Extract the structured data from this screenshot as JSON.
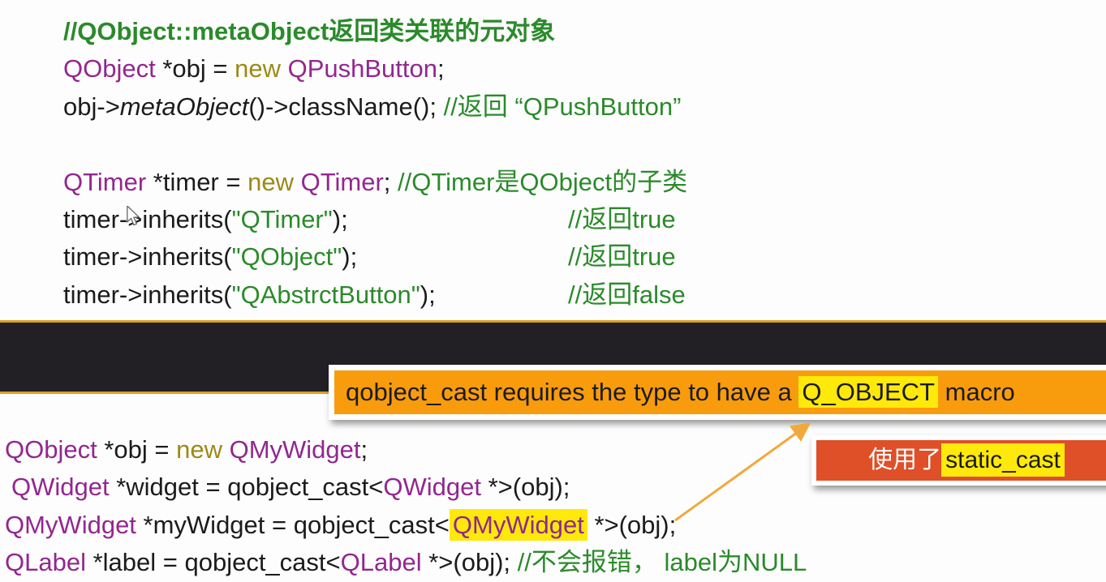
{
  "palette": {
    "plain": "#1b1b1b",
    "type": "#92278F",
    "keyword": "#9C8A16",
    "comment": "#2B8A2B",
    "string": "#2B8A2B",
    "highlight": "#FFE90A",
    "band_bg": "#222025",
    "band_border": "#DBA125",
    "callout1_bg": "#F89C0E",
    "callout2_bg": "#DF4F28",
    "arrow": "#F2A93C"
  },
  "top_code": {
    "lines": [
      {
        "segments": [
          {
            "text": "//QObject::metaObject返回类关联的元对象",
            "style": "comment",
            "bold": true
          }
        ]
      },
      {
        "segments": [
          {
            "text": "QObject",
            "style": "type"
          },
          {
            "text": " *obj = ",
            "style": "plain"
          },
          {
            "text": "new",
            "style": "keyword"
          },
          {
            "text": " ",
            "style": "plain"
          },
          {
            "text": "QPushButton",
            "style": "type"
          },
          {
            "text": ";",
            "style": "plain"
          }
        ]
      },
      {
        "segments": [
          {
            "text": "obj->",
            "style": "plain"
          },
          {
            "text": "metaObject",
            "style": "plain",
            "italic": true
          },
          {
            "text": "()->className(); ",
            "style": "plain"
          },
          {
            "text": "//返回 “QPushButton”",
            "style": "comment"
          }
        ]
      },
      {
        "spacer": true,
        "segments": []
      },
      {
        "segments": [
          {
            "text": "QTimer",
            "style": "type"
          },
          {
            "text": " *timer = ",
            "style": "plain"
          },
          {
            "text": "new",
            "style": "keyword"
          },
          {
            "text": " ",
            "style": "plain"
          },
          {
            "text": "QTimer",
            "style": "type"
          },
          {
            "text": "; ",
            "style": "plain"
          },
          {
            "text": "//QTimer是QObject的子类",
            "style": "comment"
          }
        ]
      },
      {
        "segments": [
          {
            "text": "timer->inherits(",
            "style": "plain"
          },
          {
            "text": "\"QTimer\"",
            "style": "string"
          },
          {
            "text": ");",
            "style": "plain"
          }
        ],
        "comment": {
          "text": "//返回true",
          "col": 622
        }
      },
      {
        "segments": [
          {
            "text": "timer->inherits(",
            "style": "plain"
          },
          {
            "text": "\"QObject\"",
            "style": "string"
          },
          {
            "text": ");",
            "style": "plain"
          }
        ],
        "comment": {
          "text": "//返回true",
          "col": 622
        }
      },
      {
        "segments": [
          {
            "text": "timer->inherits(",
            "style": "plain"
          },
          {
            "text": "\"QAbstrctButton\"",
            "style": "string"
          },
          {
            "text": ");",
            "style": "plain"
          }
        ],
        "comment": {
          "text": "//返回false",
          "col": 622
        }
      }
    ]
  },
  "bottom_code": {
    "lines": [
      {
        "segments": [
          {
            "text": "QObject",
            "style": "type"
          },
          {
            "text": " *obj = ",
            "style": "plain"
          },
          {
            "text": "new",
            "style": "keyword"
          },
          {
            "text": " ",
            "style": "plain"
          },
          {
            "text": "QMyWidget",
            "style": "type"
          },
          {
            "text": ";",
            "style": "plain"
          }
        ]
      },
      {
        "indent": 8,
        "segments": [
          {
            "text": "QWidget",
            "style": "type"
          },
          {
            "text": " *widget = qobject_cast<",
            "style": "plain"
          },
          {
            "text": "QWidget",
            "style": "type"
          },
          {
            "text": " *>(obj);",
            "style": "plain"
          }
        ]
      },
      {
        "segments": [
          {
            "text": "QMyWidget",
            "style": "type"
          },
          {
            "text": " *myWidget = qobject_cast<",
            "style": "plain"
          },
          {
            "text": "QMyWidget",
            "style": "type",
            "highlight": true
          },
          {
            "text": " *>(obj);",
            "style": "plain"
          }
        ]
      },
      {
        "segments": [
          {
            "text": "QLabel",
            "style": "type"
          },
          {
            "text": " *label = qobject_cast<",
            "style": "plain"
          },
          {
            "text": "QLabel",
            "style": "type"
          },
          {
            "text": " *>(obj); ",
            "style": "plain"
          },
          {
            "text": "//不会报错， label为NULL",
            "style": "comment"
          }
        ]
      }
    ]
  },
  "callouts": {
    "qobject_cast_note": {
      "segments": [
        {
          "text": "qobject_cast requires the type to have a ",
          "style": "dark"
        },
        {
          "text": "Q_OBJECT",
          "style": "dark",
          "highlight": true
        },
        {
          "text": " macro",
          "style": "dark"
        }
      ]
    },
    "static_cast_note": {
      "segments": [
        {
          "text": "使用了",
          "style": "white"
        },
        {
          "text": "static_cast",
          "style": "dark",
          "highlight": true
        }
      ]
    }
  }
}
